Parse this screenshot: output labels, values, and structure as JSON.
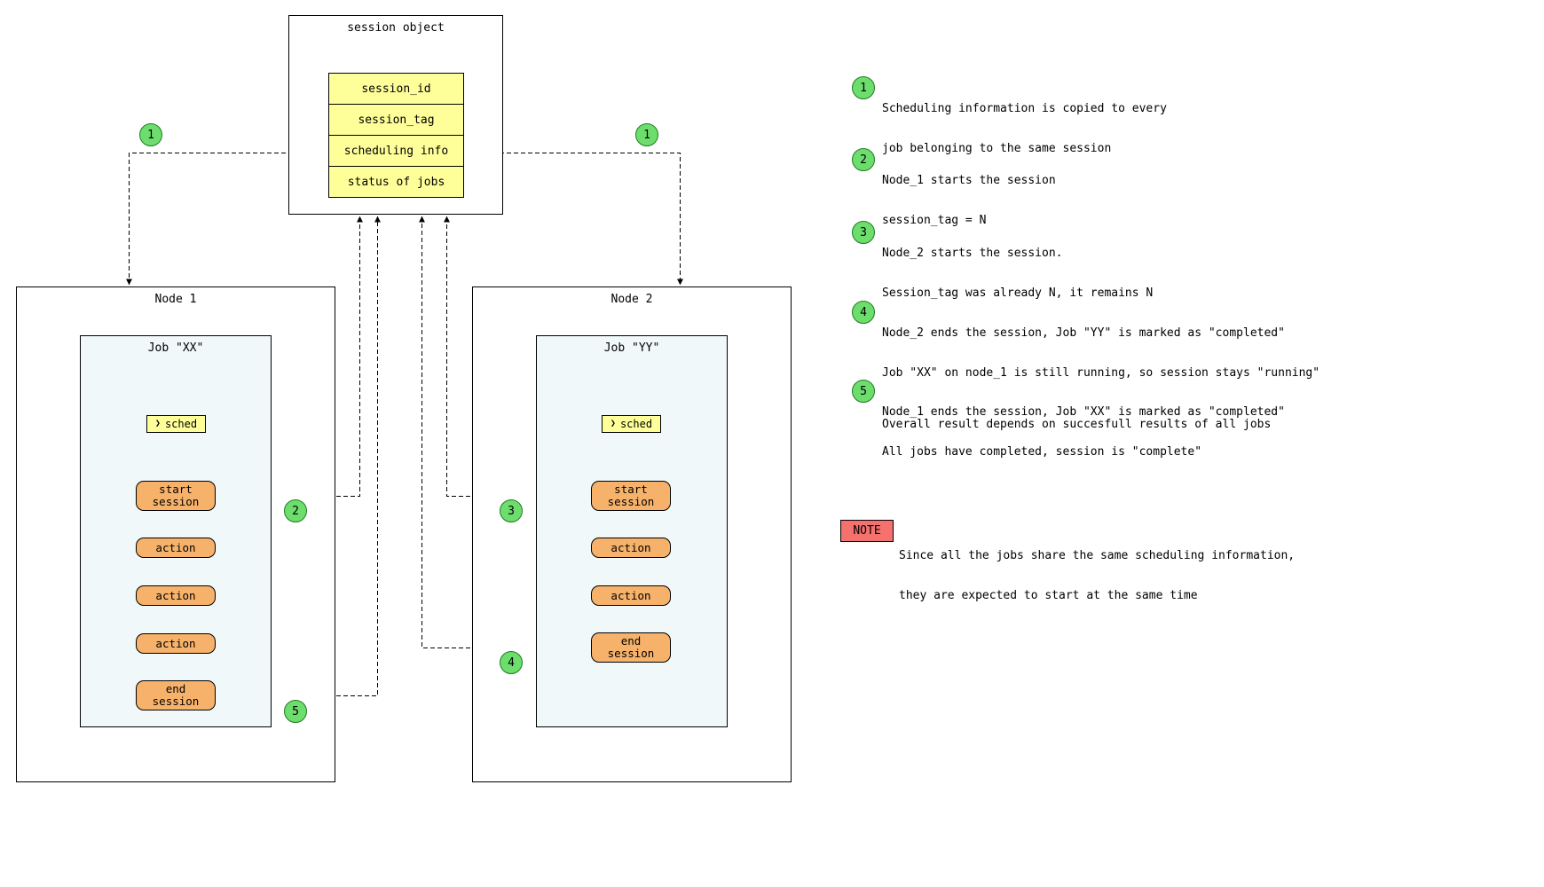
{
  "session_object": {
    "title": "session object",
    "rows": [
      "session_id",
      "session_tag",
      "scheduling info",
      "status of jobs"
    ]
  },
  "nodes": [
    {
      "title": "Node 1",
      "job_title": "Job \"XX\"",
      "sched_label": "sched",
      "steps": [
        "start\nsession",
        "action",
        "action",
        "action",
        "end\nsession"
      ]
    },
    {
      "title": "Node 2",
      "job_title": "Job \"YY\"",
      "sched_label": "sched",
      "steps": [
        "start\nsession",
        "action",
        "action",
        "end\nsession"
      ]
    }
  ],
  "markers": [
    "1",
    "1",
    "2",
    "3",
    "4",
    "5"
  ],
  "legend": [
    {
      "num": "1",
      "lines": [
        "Scheduling information is copied to every",
        "job belonging to the same session"
      ]
    },
    {
      "num": "2",
      "lines": [
        "Node_1 starts the session",
        "session_tag = N"
      ]
    },
    {
      "num": "3",
      "lines": [
        "Node_2 starts the session.",
        "Session_tag was already N, it remains N"
      ]
    },
    {
      "num": "4",
      "lines": [
        "Node_2 ends the session, Job \"YY\" is marked as \"completed\"",
        "Job \"XX\" on node_1 is still running, so session stays \"running\""
      ]
    },
    {
      "num": "5",
      "lines": [
        "Node_1 ends the session, Job \"XX\" is marked as \"completed\"",
        "All jobs have completed, session is \"complete\""
      ]
    }
  ],
  "footnote": "Overall result depends on succesfull results of all jobs",
  "note": {
    "label": "NOTE",
    "lines": [
      "Since all the jobs share the same scheduling information,",
      "they are expected to start at the same time"
    ]
  },
  "icons": {
    "flag_notch": "❯"
  },
  "colors": {
    "row_yellow": "#FFFF99",
    "step_orange": "#F6B26B",
    "job_bg": "#F0F8FA",
    "circle_green": "#6DDE6D",
    "circle_border": "#1E7D1E",
    "note_red": "#F4716D"
  }
}
